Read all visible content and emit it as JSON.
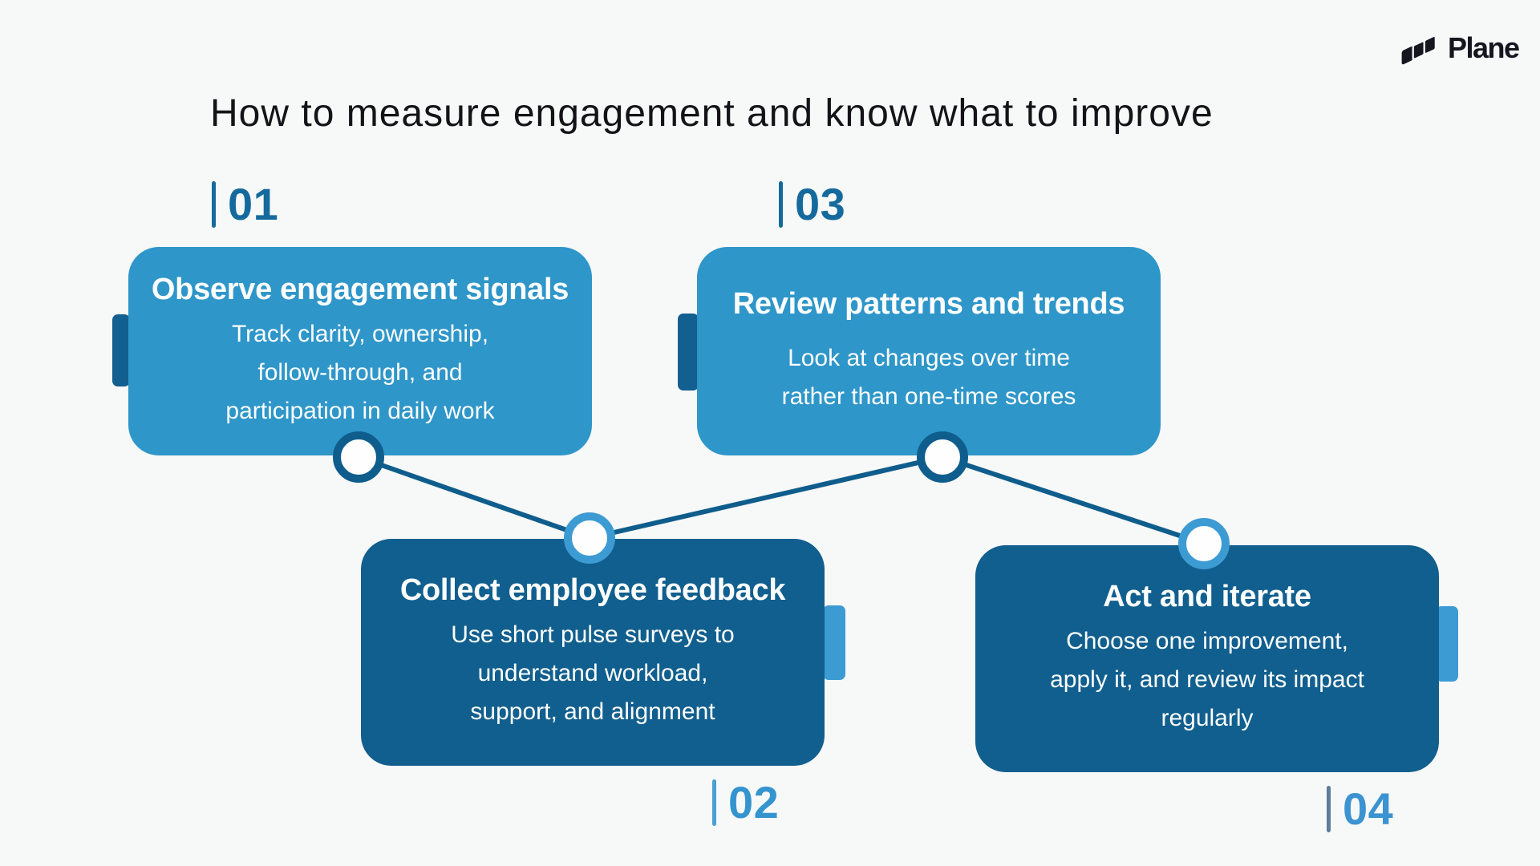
{
  "logo": {
    "text": "Plane",
    "icon": "plane-panes-logo"
  },
  "title": {
    "text": "How to measure engagement and know what to improve"
  },
  "steps": [
    {
      "number": "01",
      "title": "Observe engagement signals",
      "desc_lines": [
        "Track clarity, ownership,",
        "follow-through, and",
        "participation in daily work"
      ]
    },
    {
      "number": "02",
      "title": "Collect employee feedback",
      "desc_lines": [
        "Use short pulse surveys to",
        "understand workload,",
        "support, and alignment"
      ]
    },
    {
      "number": "03",
      "title": "Review patterns and trends",
      "desc_lines": [
        "Look at changes over time",
        "rather than one-time scores"
      ]
    },
    {
      "number": "04",
      "title": "Act and iterate",
      "desc_lines": [
        "Choose one improvement,",
        "apply it, and review its impact",
        "regularly"
      ]
    }
  ],
  "colors": {
    "background": "#f7f8f8",
    "light_card": "#2e96c9",
    "dark_card": "#115f8e",
    "dark_accent_line": "#0f5d8c",
    "light_accent_ring": "#3d9bd3",
    "dark_tab": "#135f90",
    "step_label_dark": "#156a9d",
    "step_label_light": "#3494ce",
    "step04_bar_gray": "#5e7e99",
    "card_text": "#fcfdfd",
    "title_text": "#141418",
    "logo_text": "#15161e"
  }
}
